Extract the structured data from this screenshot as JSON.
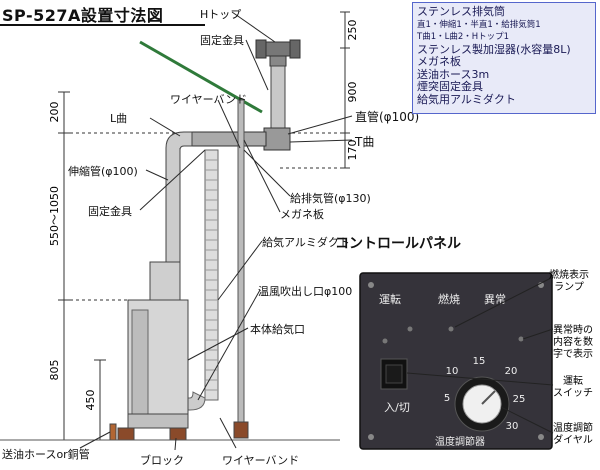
{
  "title": "SP-527A設置寸法図",
  "parts_list": [
    "ステンレス排気筒",
    "直1・伸縮1・半直1・給排気筒1",
    "T曲1・L曲2・Hトップ1",
    "ステンレス製加湿器(水容量8L)",
    "メガネ板",
    "送油ホース3m",
    "煙突固定金具",
    "給気用アルミダクト"
  ],
  "labels": {
    "h_top": "Hトップ",
    "kotei_top": "固定金具",
    "wire_band_top": "ワイヤーバンド",
    "l_kyoku": "L曲",
    "shinshuku": "伸縮管(φ100)",
    "kotei_left": "固定金具",
    "chokkan": "直管(φ100)",
    "t_kyoku": "T曲",
    "kyuhaiki": "給排気管(φ130)",
    "megane": "メガネ板",
    "aluminum": "給気アルミダクト",
    "onpu": "温風吹出し口φ100",
    "honkyuki": "本体給気口",
    "soyu": "送油ホースor銅管",
    "block": "ブロック",
    "wire_band_bottom": "ワイヤーバンド"
  },
  "dimensions": {
    "d250": "250",
    "d900": "900",
    "d170": "170",
    "d200": "200",
    "d550": "550〜1050",
    "d805": "805",
    "d450": "450"
  },
  "control_panel": {
    "title": "コントロールパネル",
    "unten": "運転",
    "nensho": "燃焼",
    "ijo": "異常",
    "switch_label": "入/切",
    "dial_label": "温度調節器",
    "ticks": [
      "5",
      "10",
      "15",
      "20",
      "25",
      "30"
    ],
    "callout_nensho_lamp": [
      "燃焼表示",
      "ランプ"
    ],
    "callout_ijo": [
      "異常時の",
      "内容を数",
      "字で表示"
    ],
    "callout_switch": [
      "運転",
      "スイッチ"
    ],
    "callout_dial": [
      "温度調節",
      "ダイヤル"
    ]
  },
  "colors": {
    "panel": "#35333a",
    "parts_bg": "#e8eaf8",
    "leader": "#2a2a2a",
    "antenna": "#2f7a3a"
  }
}
